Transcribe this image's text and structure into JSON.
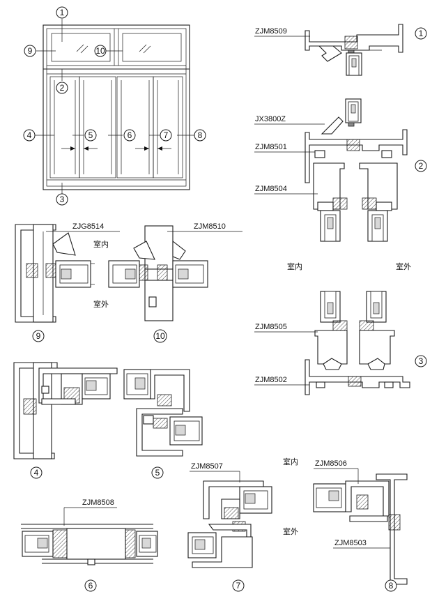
{
  "elevation": {
    "bubbles": [
      "1",
      "2",
      "3",
      "4",
      "5",
      "6",
      "7",
      "8",
      "9",
      "10"
    ]
  },
  "sections": {
    "s1": {
      "bubble": "1",
      "profile": "ZJM8509"
    },
    "s2": {
      "bubble": "2",
      "profiles": [
        "JX3800Z",
        "ZJM8501",
        "ZJM8504"
      ],
      "inside": "室内",
      "outside": "室外"
    },
    "s3": {
      "bubble": "3",
      "profiles": [
        "ZJM8505",
        "ZJM8502"
      ]
    },
    "s9": {
      "bubble": "9",
      "profile": "ZJG8514",
      "inside": "室内",
      "outside": "室外"
    },
    "s10": {
      "bubble": "10",
      "profile": "ZJM8510"
    },
    "s4": {
      "bubble": "4"
    },
    "s5": {
      "bubble": "5"
    },
    "s6": {
      "bubble": "6",
      "profile": "ZJM8508"
    },
    "s7": {
      "bubble": "7",
      "profile": "ZJM8507",
      "inside": "室内",
      "outside": "室外"
    },
    "s8": {
      "bubble": "8",
      "profiles": [
        "ZJM8506",
        "ZJM8503"
      ]
    }
  }
}
